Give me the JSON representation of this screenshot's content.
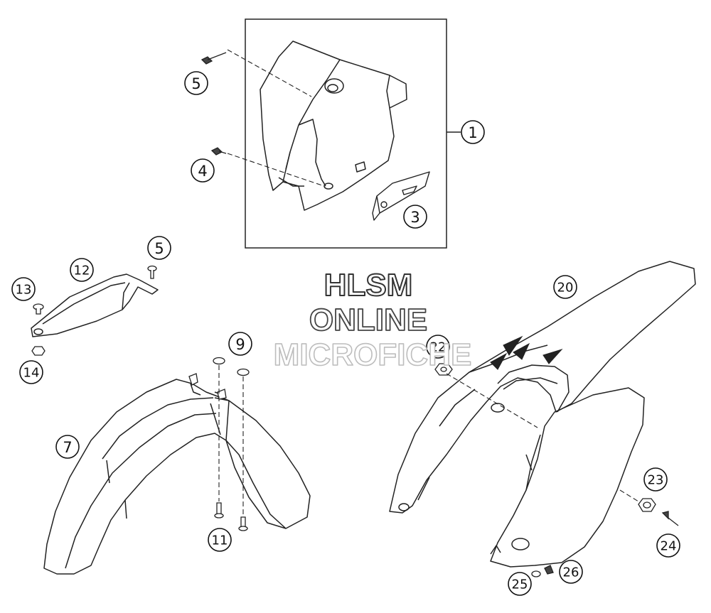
{
  "watermark": {
    "line1": "HLSM",
    "line2": "ONLINE",
    "line3": "MICROFICHE"
  },
  "callouts": {
    "c1": "1",
    "c3": "3",
    "c4": "4",
    "c5a": "5",
    "c5b": "5",
    "c7": "7",
    "c9": "9",
    "c11": "11",
    "c12": "12",
    "c13": "13",
    "c14": "14",
    "c20": "20",
    "c22": "22",
    "c23": "23",
    "c24": "24",
    "c25": "25",
    "c26": "26"
  },
  "colors": {
    "line": "#111111",
    "watermark_outline": "#333333",
    "watermark_faded": "#bdbdbd"
  }
}
